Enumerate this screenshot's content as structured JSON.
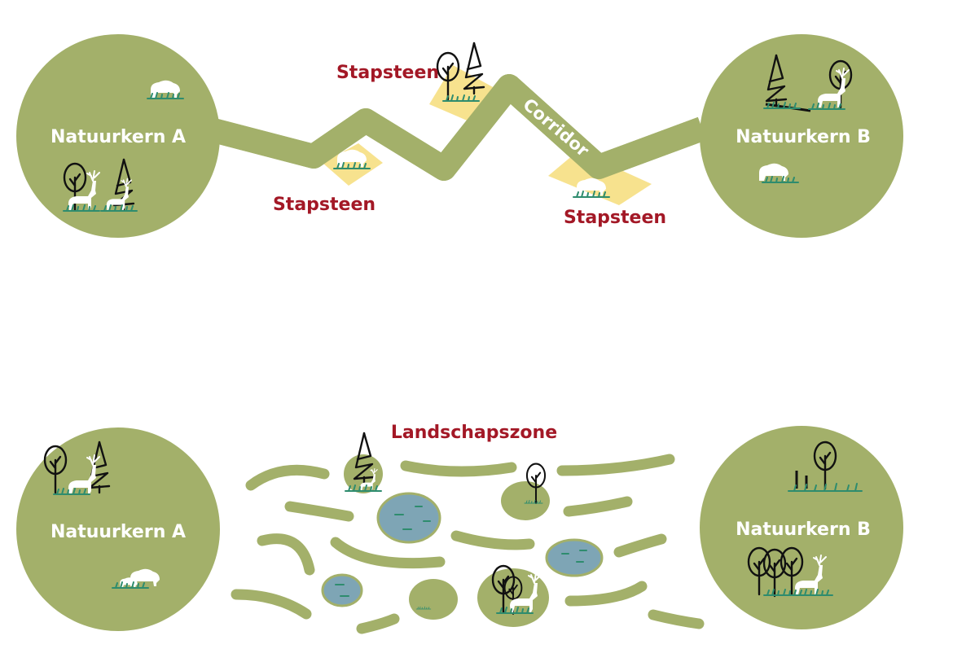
{
  "top": {
    "core_a": "Natuurkern A",
    "core_b": "Natuurkern B",
    "corridor": "Corridor",
    "stepstones": [
      "Stapsteen",
      "Stapsteen",
      "Stapsteen"
    ]
  },
  "bottom": {
    "core_a": "Natuurkern A",
    "core_b": "Natuurkern B",
    "zone": "Landschapszone"
  },
  "colors": {
    "nature_green": "#a3b06a",
    "stepstone_yellow": "#f7e28e",
    "water_blue": "#7ea5b5",
    "label_red": "#a31826",
    "grass": "#2e8c6e"
  },
  "icons": [
    "deciduous-tree-icon",
    "conifer-tree-icon",
    "deer-icon",
    "bison-icon",
    "grass-icon",
    "fence-icon"
  ]
}
